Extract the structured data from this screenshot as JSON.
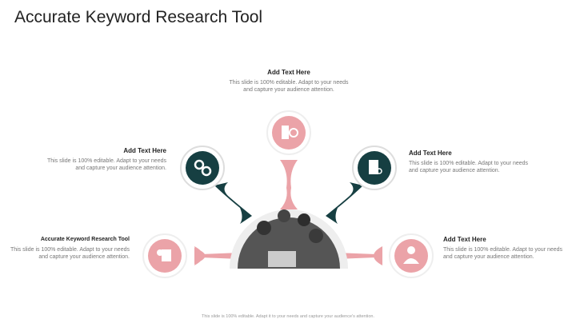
{
  "title": "Accurate Keyword Research Tool",
  "items": [
    {
      "heading": "Add Text Here",
      "body": "This slide is 100% editable. Adapt to your needs and capture your audience attention.",
      "icon": "door-exit-icon"
    },
    {
      "heading": "Add Text Here",
      "body": "This slide is 100% editable. Adapt to your needs and capture your audience attention.",
      "icon": "gears-icon"
    },
    {
      "heading": "Add Text Here",
      "body": "This slide is 100% editable. Adapt to your needs and capture your audience attention.",
      "icon": "document-search-icon"
    },
    {
      "heading": "Accurate Keyword Research Tool",
      "body": "This slide is 100% editable. Adapt to your needs and capture your audience attention.",
      "icon": "idea-document-icon"
    },
    {
      "heading": "Add Text Here",
      "body": "This slide is 100% editable. Adapt to your needs and capture your audience attention.",
      "icon": "person-icon"
    }
  ],
  "footer": "This slide is 100% editable. Adapt it to your needs and capture your audience's attention.",
  "colors": {
    "pink": "#EBA3A8",
    "teal": "#163F42"
  }
}
